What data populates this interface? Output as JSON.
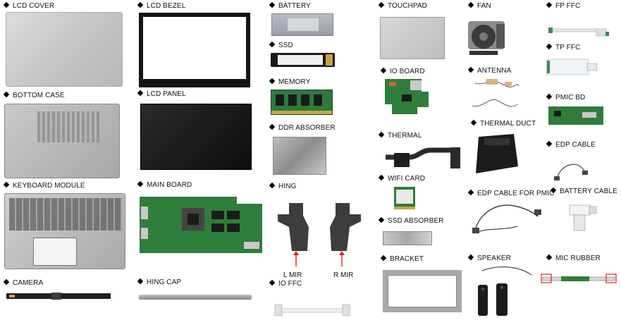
{
  "parts": [
    {
      "id": "lcd-cover",
      "label": "LCD COVER"
    },
    {
      "id": "lcd-bezel",
      "label": "LCD BEZEL"
    },
    {
      "id": "battery",
      "label": "BATTERY"
    },
    {
      "id": "touchpad",
      "label": "TOUCHPAD"
    },
    {
      "id": "fan",
      "label": "FAN"
    },
    {
      "id": "fp-ffc",
      "label": "FP FFC"
    },
    {
      "id": "ssd",
      "label": "SSD"
    },
    {
      "id": "tp-ffc",
      "label": "TP FFC"
    },
    {
      "id": "bottom-case",
      "label": "BOTTOM CASE"
    },
    {
      "id": "lcd-panel",
      "label": "LCD PANEL"
    },
    {
      "id": "memory",
      "label": "MEMORY"
    },
    {
      "id": "io-board",
      "label": "IO BOARD"
    },
    {
      "id": "antenna",
      "label": "ANTENNA"
    },
    {
      "id": "pmic-bd",
      "label": "PMIC BD"
    },
    {
      "id": "ddr-absorber",
      "label": "DDR ABSORBER"
    },
    {
      "id": "thermal",
      "label": "THERMAL"
    },
    {
      "id": "thermal-duct",
      "label": "THERMAL DUCT"
    },
    {
      "id": "edp-cable",
      "label": "EDP CABLE"
    },
    {
      "id": "keyboard-module",
      "label": "KEYBOARD MODULE"
    },
    {
      "id": "main-board",
      "label": "MAIN BOARD"
    },
    {
      "id": "hing",
      "label": "HING"
    },
    {
      "id": "wifi-card",
      "label": "WIFI CARD"
    },
    {
      "id": "edp-cable-pmic",
      "label": "EDP CABLE FOR PMIC"
    },
    {
      "id": "battery-cable",
      "label": "BATTERY CABLE"
    },
    {
      "id": "ssd-absorber",
      "label": "SSD ABSORBER"
    },
    {
      "id": "camera",
      "label": "CAMERA"
    },
    {
      "id": "hing-cap",
      "label": "HING CAP"
    },
    {
      "id": "io-ffc",
      "label": "IO FFC"
    },
    {
      "id": "bracket",
      "label": "BRACKET"
    },
    {
      "id": "speaker",
      "label": "SPEAKER"
    },
    {
      "id": "mic-rubber",
      "label": "MIC RUBBER"
    }
  ],
  "hinge_notes": {
    "left": "L MIR",
    "right": "R MIR"
  },
  "colors": {
    "arrow": "#e02020",
    "highlight": "#e02020",
    "board": "#2f7d3a"
  }
}
